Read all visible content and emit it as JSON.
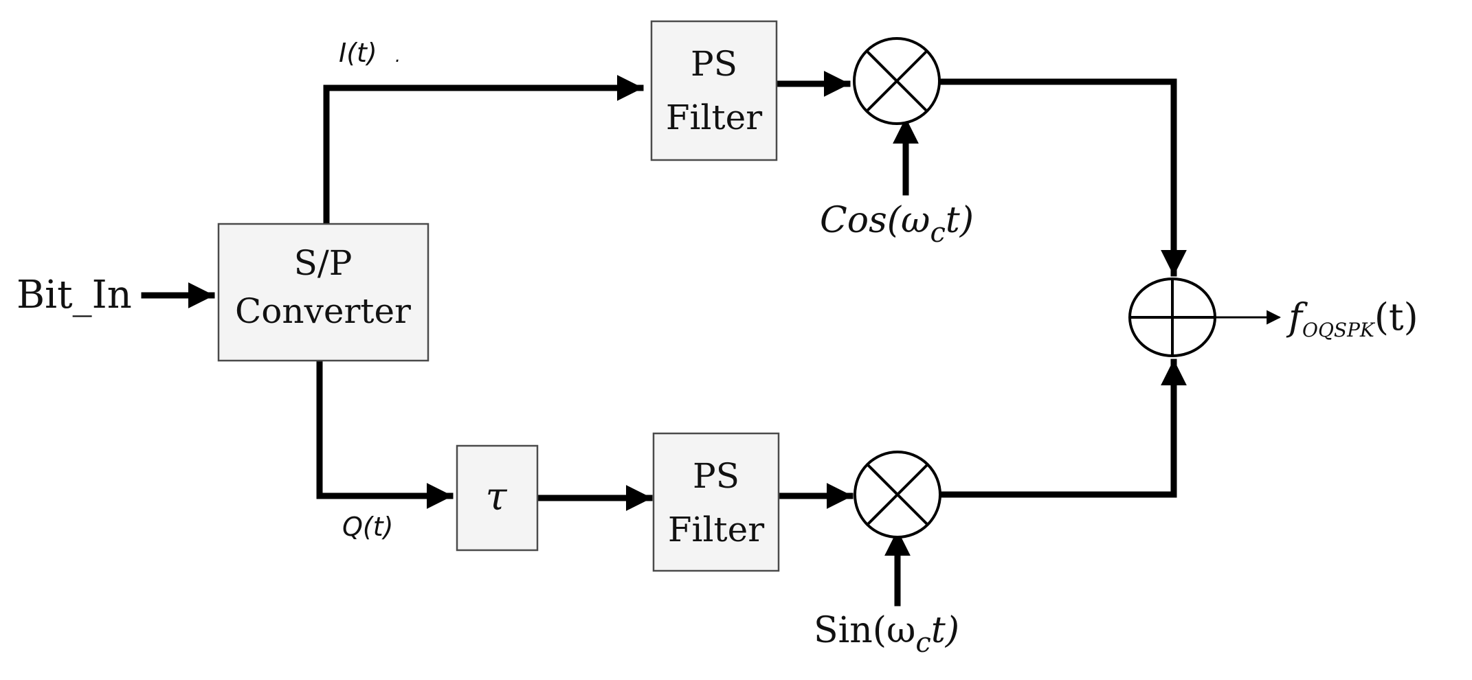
{
  "diagram": {
    "input_label": "Bit_In",
    "sp_converter": {
      "line1": "S/P",
      "line2": "Converter"
    },
    "ps_filter_top": {
      "line1": "PS",
      "line2": "Filter"
    },
    "ps_filter_bottom": {
      "line1": "PS",
      "line2": "Filter"
    },
    "delay_label": "τ",
    "i_branch_label": "I(t)",
    "i_branch_dot": ".",
    "q_branch_label": "Q(t)",
    "cos_carrier": {
      "prefix": "Cos(ω",
      "sub": "c",
      "suffix": "t)"
    },
    "sin_carrier": {
      "prefix": "Sin(ω",
      "sub": "c",
      "suffix": "t)"
    },
    "output": {
      "f": "f",
      "sub": "OQSPK",
      "suffix": "(t)"
    }
  }
}
